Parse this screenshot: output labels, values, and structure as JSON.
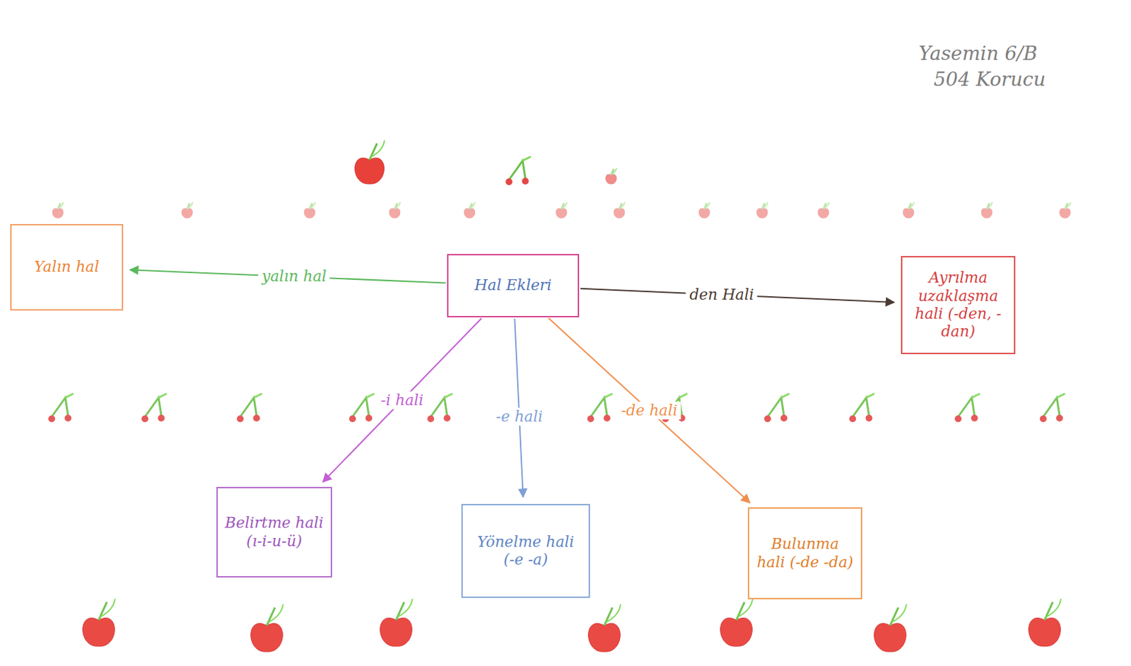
{
  "diagram": {
    "nodes": [
      {
        "text": [
          "Yalın hal"
        ]
      },
      {
        "text": [
          "Hal Ekleri"
        ]
      },
      {
        "text": [
          "Ayrılma uzaklaşma hali (-den, -dan)"
        ]
      },
      {
        "text": [
          "Belirtme hali (ı-i-u-ü)"
        ]
      },
      {
        "text": [
          "Yönelme hali (-e -a)"
        ]
      },
      {
        "text": [
          "Bulunma hali (-de -da)"
        ]
      }
    ],
    "edges": [
      {
        "from": 1,
        "to": 0,
        "label": "yalın hal",
        "arrow": "to"
      },
      {
        "from": 1,
        "to": 2,
        "label": "den Hali",
        "arrow": "to"
      },
      {
        "from": 1,
        "to": 3,
        "label": "-i hali",
        "arrow": "to"
      },
      {
        "from": 1,
        "to": 4,
        "label": "-e hali",
        "arrow": "to"
      },
      {
        "from": 1,
        "to": 5,
        "label": "-de hali",
        "arrow": "to"
      }
    ],
    "labels": [
      "Yasemin 6/B",
      "504 Korucu"
    ]
  }
}
